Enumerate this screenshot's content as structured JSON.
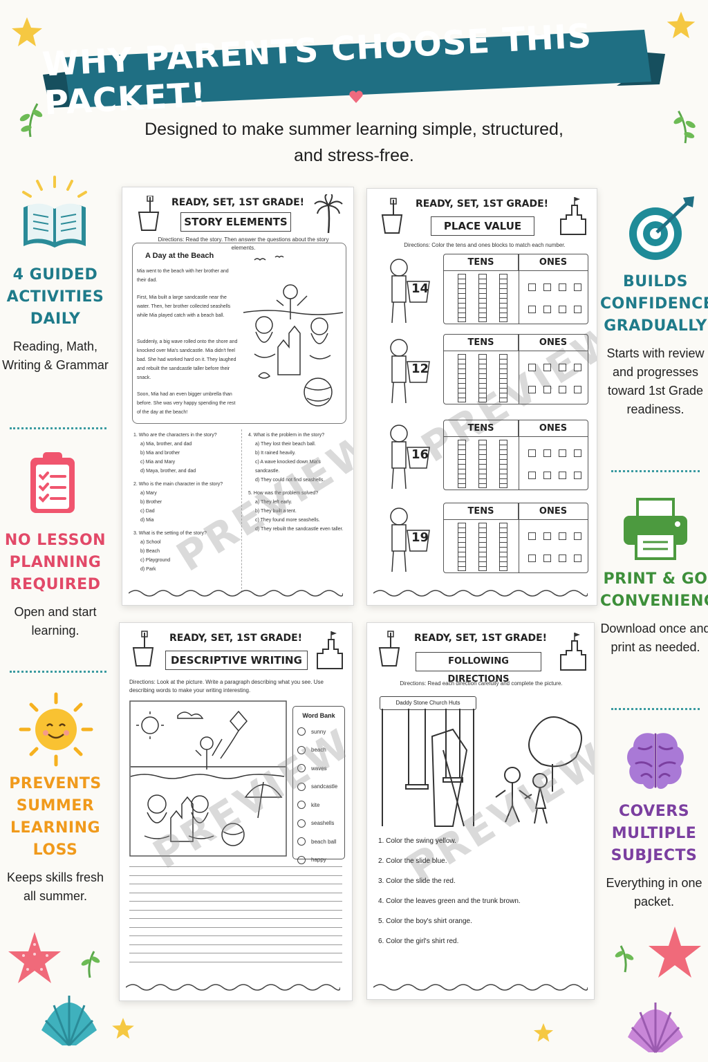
{
  "banner": {
    "title": "WHY PARENTS CHOOSE THIS PACKET!",
    "color": "#1f6f83"
  },
  "subtitle": "Designed to make summer learning simple, structured, and stress-free.",
  "features_left": [
    {
      "title": "4 GUIDED ACTIVITIES DAILY",
      "desc": "Reading, Math, Writing & Grammar",
      "color": "#1f7b8a",
      "icon": "open-book-icon"
    },
    {
      "title": "NO LESSON PLANNING REQUIRED",
      "desc": "Open and start learning.",
      "color": "#e24968",
      "icon": "clipboard-checklist-icon"
    },
    {
      "title": "PREVENTS SUMMER LEARNING LOSS",
      "desc": "Keeps skills fresh all summer.",
      "color": "#f09a1c",
      "icon": "smiling-sun-icon"
    }
  ],
  "features_right": [
    {
      "title": "BUILDS CONFIDENCE GRADUALLY",
      "desc": "Starts with review and progresses toward 1st Grade readiness.",
      "color": "#1f7b8a",
      "icon": "target-icon"
    },
    {
      "title": "PRINT & GO CONVENIENCE",
      "desc": "Download once and print as needed.",
      "color": "#3d8f3a",
      "icon": "printer-icon"
    },
    {
      "title": "COVERS MULTIPLE SUBJECTS",
      "desc": "Everything in one packet.",
      "color": "#7b3fa0",
      "icon": "brain-icon"
    }
  ],
  "worksheet_header": "READY, SET, 1ST GRADE!",
  "watermark": "PREVIEW",
  "story": {
    "title": "STORY ELEMENTS",
    "directions": "Directions: Read the story. Then answer the questions about the story elements.",
    "story_title": "A Day at the Beach",
    "paragraphs": [
      "Mia went to the beach with her brother and their dad.",
      "First, Mia built a large sandcastle near the water. Then, her brother collected seashells while Mia played catch with a beach ball.",
      "Suddenly, a big wave rolled onto the shore and knocked over Mia's sandcastle. Mia didn't feel bad. She had worked hard on it. They laughed and rebuilt the sandcastle taller before their snack.",
      "Soon, Mia had an even bigger umbrella than before. She was very happy spending the rest of the day at the beach!"
    ],
    "questions_left": [
      {
        "q": "1. Who are the characters in the story?",
        "opts": [
          "a) Mia, brother, and dad",
          "b) Mia and brother",
          "c) Mia and Mary",
          "d) Maya, brother, and dad"
        ]
      },
      {
        "q": "2. Who is the main character in the story?",
        "opts": [
          "a) Mary",
          "b) Brother",
          "c) Dad",
          "d) Mia"
        ]
      },
      {
        "q": "3. What is the setting of the story?",
        "opts": [
          "a) School",
          "b) Beach",
          "c) Playground",
          "d) Park"
        ]
      }
    ],
    "questions_right": [
      {
        "q": "4. What is the problem in the story?",
        "opts": [
          "a) They lost their beach ball.",
          "b) It rained heavily.",
          "c) A wave knocked down Mia's sandcastle.",
          "d) They could not find seashells."
        ]
      },
      {
        "q": "5. How was the problem solved?",
        "opts": [
          "a) They left early.",
          "b) They built a tent.",
          "c) They found more seashells.",
          "d) They rebuilt the sandcastle even taller."
        ]
      }
    ]
  },
  "place_value": {
    "title": "PLACE VALUE",
    "directions": "Directions: Color the tens and ones blocks to match each number.",
    "tens_label": "TENS",
    "ones_label": "ONES",
    "numbers": [
      "14",
      "12",
      "16",
      "19"
    ]
  },
  "descriptive": {
    "title": "DESCRIPTIVE WRITING",
    "directions": "Directions: Look at the picture. Write a paragraph describing what you see. Use describing words to make your writing interesting.",
    "word_bank_title": "Word Bank",
    "word_bank": [
      "sunny",
      "beach",
      "waves",
      "sandcastle",
      "kite",
      "seashells",
      "beach ball",
      "happy"
    ]
  },
  "directions_ws": {
    "title": "FOLLOWING DIRECTIONS",
    "directions": "Directions: Read each direction carefully and complete the picture.",
    "sign": "Daddy Stone Church Huts",
    "steps": [
      "1.  Color the swing yellow.",
      "2.  Color the slide blue.",
      "3.  Color the slide the red.",
      "4.  Color the leaves green and the trunk brown.",
      "5.  Color the boy's shirt orange.",
      "6.  Color the girl's shirt red."
    ]
  }
}
